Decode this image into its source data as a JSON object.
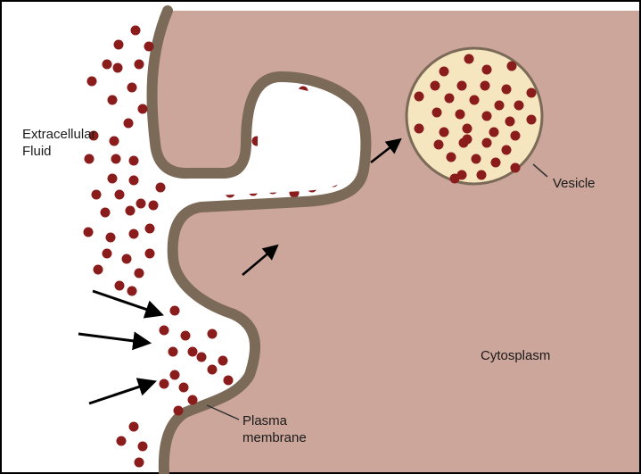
{
  "labels": {
    "extracellular_line1": "Extracellular",
    "extracellular_line2": "Fluid",
    "vesicle": "Vesicle",
    "cytoplasm": "Cytosplasm",
    "membrane_line1": "Plasma",
    "membrane_line2": "membrane"
  },
  "colors": {
    "cytoplasm": "#cca69a",
    "membrane": "#7b6a58",
    "particle": "#8b1c1c",
    "vesicle_fill": "#f5e6bf",
    "fluid": "#ffffff",
    "arrow": "#000000"
  }
}
